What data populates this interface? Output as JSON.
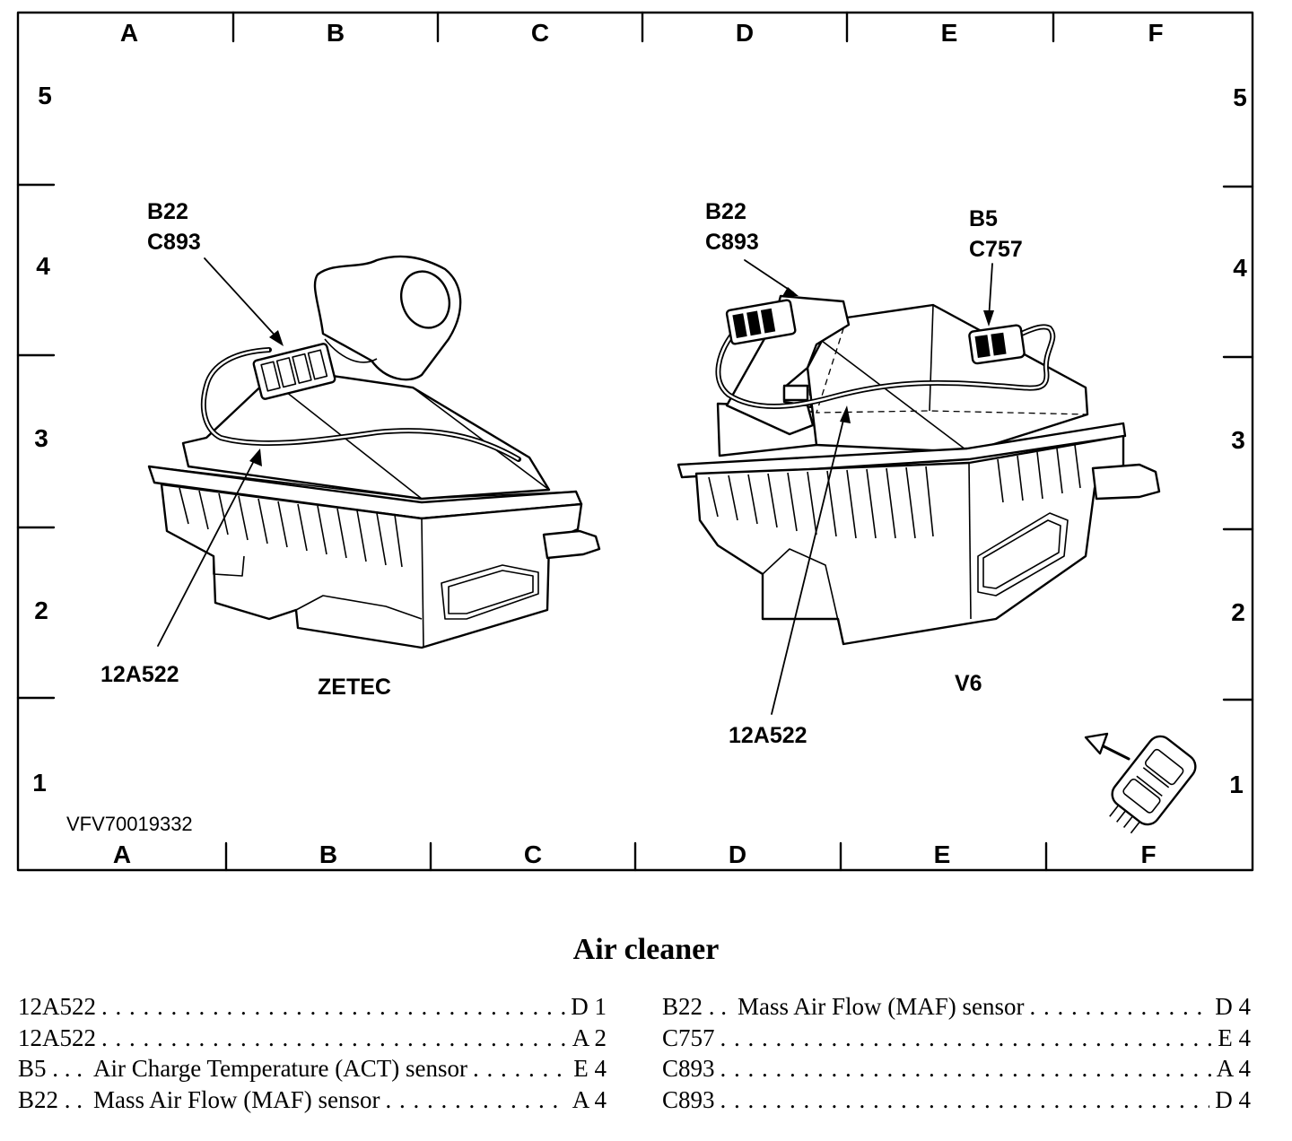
{
  "grid": {
    "columns": [
      "A",
      "B",
      "C",
      "D",
      "E",
      "F"
    ],
    "rows": [
      "5",
      "4",
      "3",
      "2",
      "1"
    ]
  },
  "drawing_id": "VFV70019332",
  "left_view": {
    "caption": "ZETEC",
    "connector_callout": [
      "B22",
      "C893"
    ],
    "harness_callout": "12A522"
  },
  "right_view": {
    "caption": "V6",
    "connector_callout_maf": [
      "B22",
      "C893"
    ],
    "connector_callout_act": [
      "B5",
      "C757"
    ],
    "harness_callout": "12A522"
  },
  "title": "Air cleaner",
  "legend_left": [
    {
      "code": "12A522",
      "description": "",
      "location": "D 1"
    },
    {
      "code": "12A522",
      "description": "",
      "location": "A 2"
    },
    {
      "code": "B5 . . .",
      "description": "Air Charge Temperature (ACT) sensor",
      "location": "E 4"
    },
    {
      "code": "B22 . .",
      "description": "Mass Air Flow (MAF) sensor",
      "location": "A 4"
    }
  ],
  "legend_right": [
    {
      "code": "B22 . .",
      "description": "Mass Air Flow (MAF) sensor",
      "location": "D 4"
    },
    {
      "code": "C757",
      "description": "",
      "location": "E 4"
    },
    {
      "code": "C893",
      "description": "",
      "location": "A 4"
    },
    {
      "code": "C893",
      "description": "",
      "location": "D 4"
    }
  ],
  "icons": [
    "front-of-vehicle-car-icon",
    "forward-direction-arrow-icon"
  ]
}
